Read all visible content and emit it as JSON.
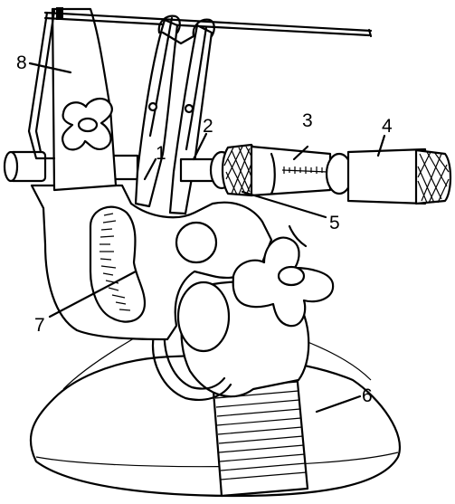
{
  "diagram": {
    "labels": [
      {
        "id": "1",
        "text": "1"
      },
      {
        "id": "2",
        "text": "2"
      },
      {
        "id": "3",
        "text": "3"
      },
      {
        "id": "4",
        "text": "4"
      },
      {
        "id": "5",
        "text": "5"
      },
      {
        "id": "6",
        "text": "6"
      },
      {
        "id": "7",
        "text": "7"
      },
      {
        "id": "8",
        "text": "8"
      }
    ],
    "colors": {
      "ink": "#000000",
      "paper": "#ffffff"
    }
  }
}
